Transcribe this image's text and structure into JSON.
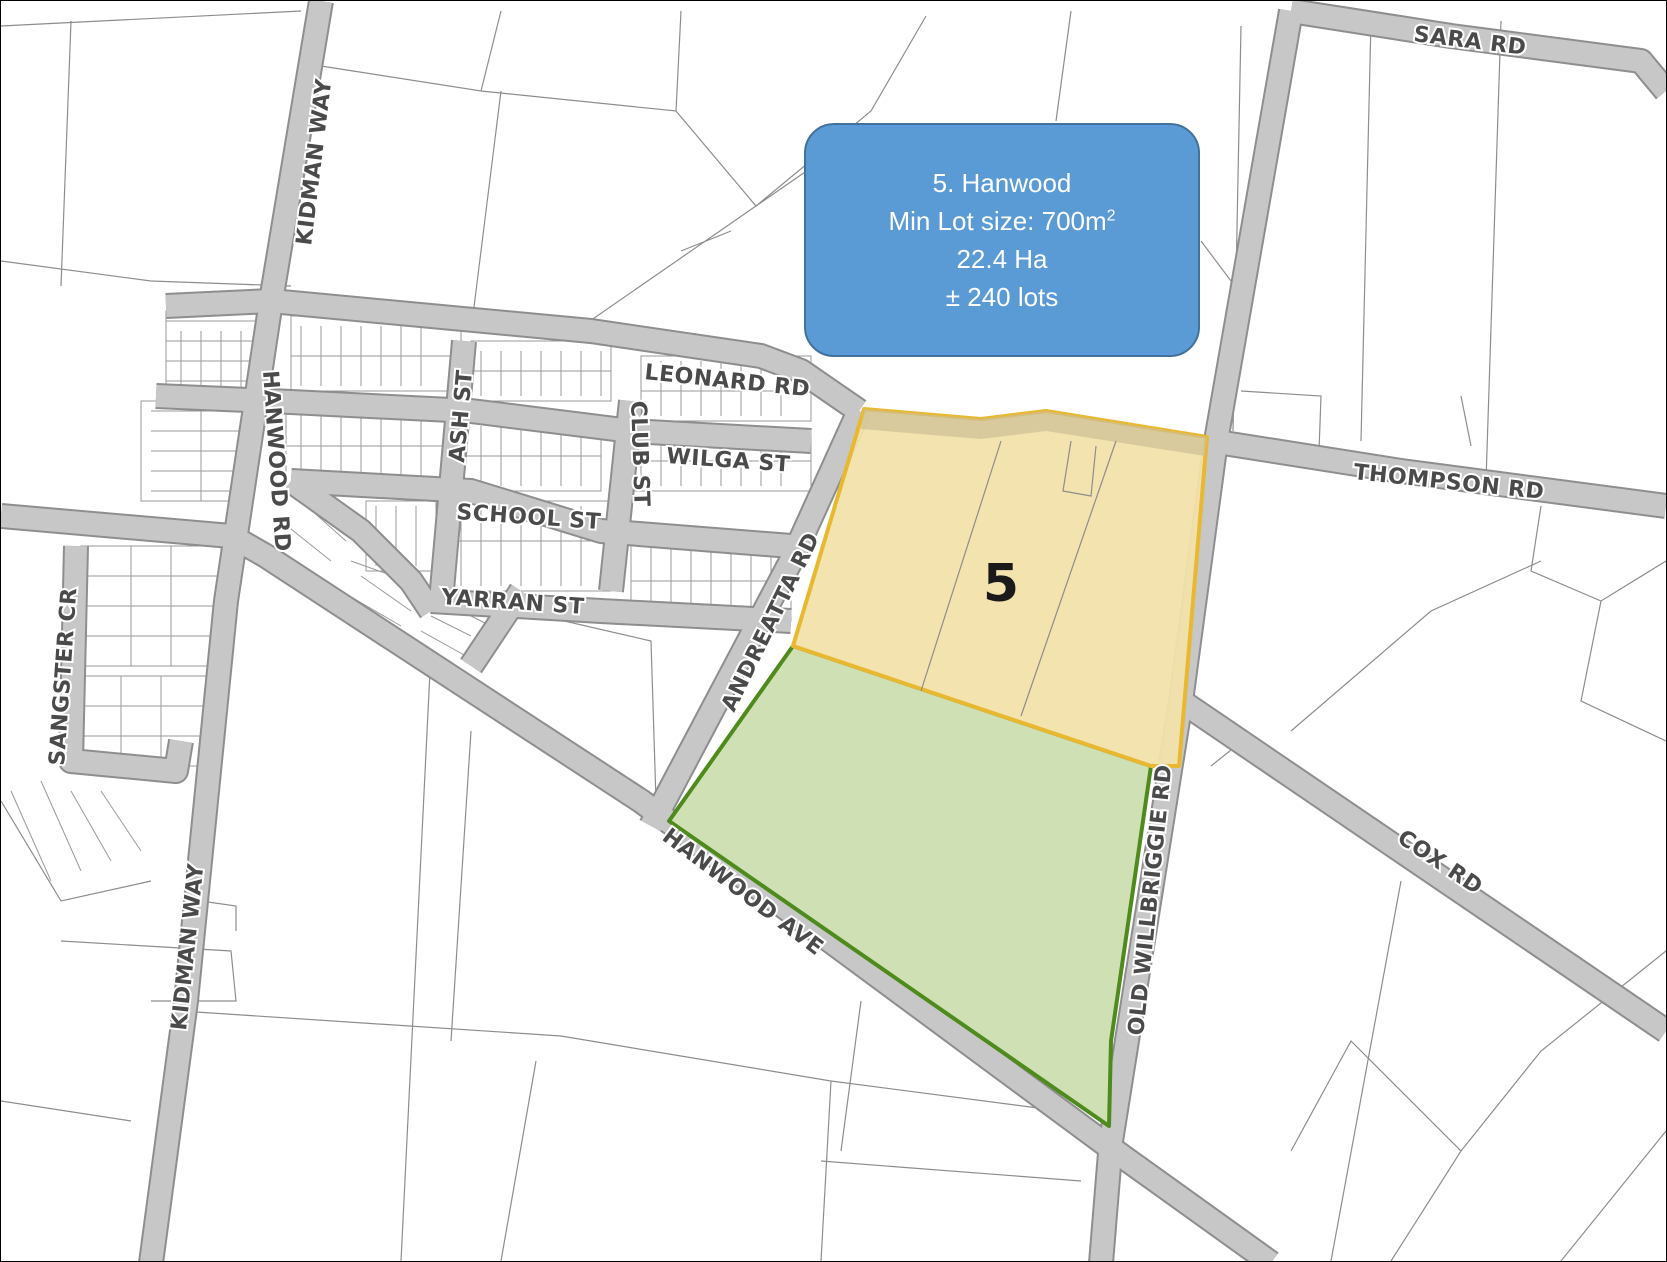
{
  "info_box": {
    "title": "5. Hanwood",
    "min_lot_prefix": "Min Lot size: 700m",
    "min_lot_sup": "2",
    "area": "22.4 Ha",
    "lots": "± 240 lots"
  },
  "area_number": "5",
  "colors": {
    "residential_area_fill": "#f2e2ab",
    "residential_area_border": "#e8b830",
    "future_area_fill": "#cfe0b5",
    "future_area_border": "#4e8a1c",
    "info_box_fill": "#5b9bd5",
    "road_fill": "#c7c7c7",
    "road_edge": "#8e8e8e"
  },
  "road_labels": {
    "kidman_way_north": "KIDMAN WAY",
    "kidman_way_south": "KIDMAN WAY",
    "hanwood_rd": "HANWOOD RD",
    "ash_st": "ASH ST",
    "club_st": "CLUB ST",
    "leonard_rd": "LEONARD RD",
    "wilga_st": "WILGA ST",
    "school_st": "SCHOOL ST",
    "yarran_st": "YARRAN ST",
    "sangster_cr": "SANGSTER CR",
    "andreatta_rd": "ANDREATTA RD",
    "hanwood_ave": "HANWOOD AVE",
    "old_willbriggie_rd": "OLD WILLBRIGGIE RD",
    "thompson_rd": "THOMPSON RD",
    "cox_rd": "COX RD",
    "sara_rd": "SARA RD"
  }
}
